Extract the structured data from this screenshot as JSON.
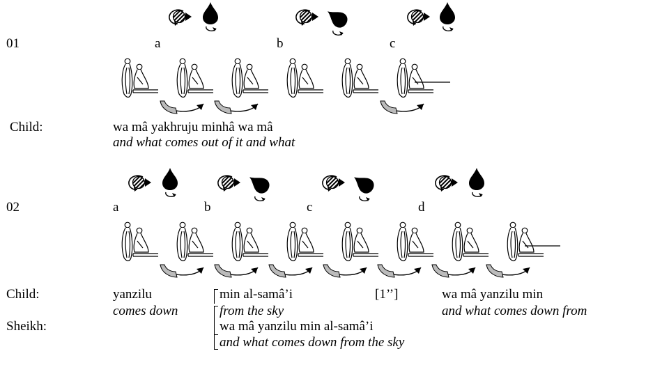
{
  "sections": [
    {
      "number": "01",
      "letters": [
        "a",
        "b",
        "c"
      ],
      "speaker": "Child:",
      "line": "wa mâ yakhruju minhâ wa mâ",
      "translation": "and what comes out of it and what"
    },
    {
      "number": "02",
      "letters": [
        "a",
        "b",
        "c",
        "d"
      ],
      "child_speaker": "Child:",
      "child_segments": [
        "yanzilu",
        "min al-samâ’i",
        "[1’’]",
        "wa mâ yanzilu min"
      ],
      "child_translations": [
        "comes down",
        "from the sky",
        "and what comes down from"
      ],
      "sheikh_speaker": "Sheikh:",
      "sheikh_line": "wa mâ yanzilu min al-samâ’i",
      "sheikh_translation": "and what comes down from the sky"
    }
  ],
  "icons": {
    "gesture": "rotating-hatched-ball-icon",
    "head_down": "head-nod-down-icon",
    "head_forward": "head-forward-icon",
    "figure": "seated-pair-figure-icon",
    "arrow": "curved-rocking-arrow-icon"
  }
}
